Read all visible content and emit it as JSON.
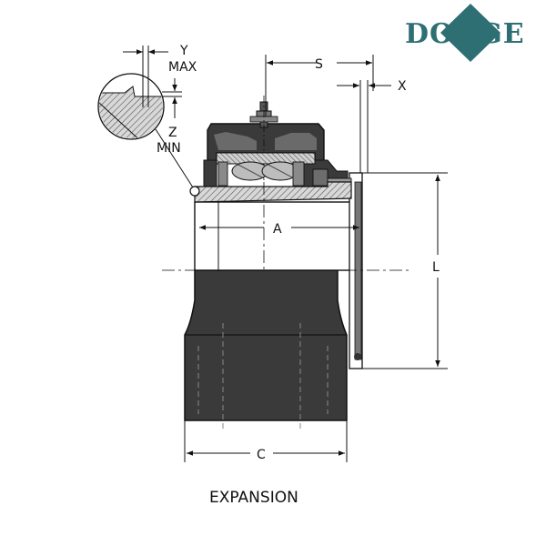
{
  "brand": {
    "logo_text": "DODGE",
    "color": "#2e6f73"
  },
  "labels": {
    "y": "Y",
    "y_max": "MAX",
    "z": "Z",
    "z_min": "MIN",
    "s": "S",
    "x": "X",
    "a": "A",
    "l": "L",
    "c": "C"
  },
  "caption": "EXPANSION",
  "colors": {
    "ink": "#111111",
    "housing": "#3a3a3a",
    "bearing": "#9a9a9a"
  }
}
